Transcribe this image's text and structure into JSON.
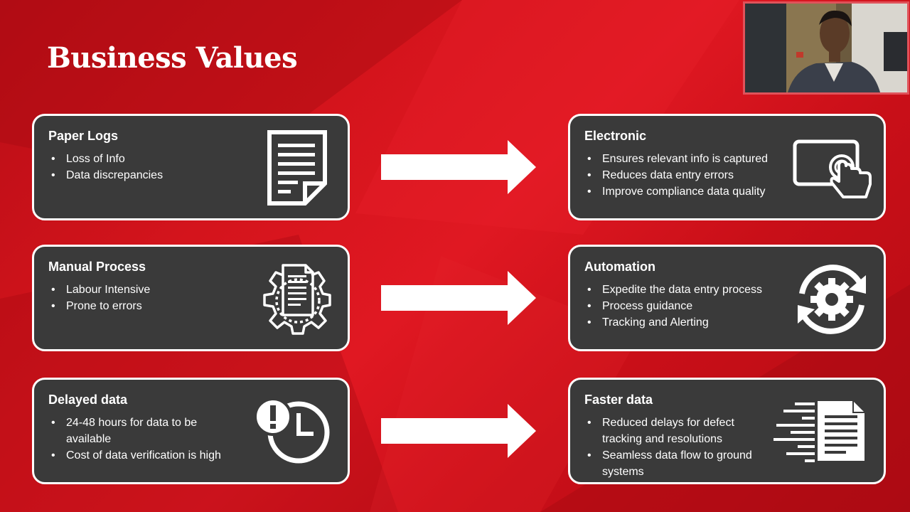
{
  "slide": {
    "title": "Business Values",
    "colors": {
      "background": "#d4141c",
      "card": "#3a3a3a",
      "card_border": "#ffffff",
      "text": "#ffffff"
    }
  },
  "video_feed": {
    "icon": "presenter-video-thumbnail"
  },
  "left_cards": [
    {
      "title": "Paper Logs",
      "bullets": [
        "Loss of Info",
        "Data discrepancies"
      ],
      "icon": "document-icon"
    },
    {
      "title": "Manual Process",
      "bullets": [
        "Labour Intensive",
        "Prone to errors"
      ],
      "icon": "gear-document-icon"
    },
    {
      "title": "Delayed data",
      "bullets": [
        "24-48 hours for data to be available",
        "Cost of data verification is high"
      ],
      "icon": "alert-clock-icon"
    }
  ],
  "right_cards": [
    {
      "title": "Electronic",
      "bullets": [
        "Ensures relevant info is captured",
        "Reduces data entry errors",
        "Improve compliance data quality"
      ],
      "icon": "touchscreen-icon"
    },
    {
      "title": "Automation",
      "bullets": [
        "Expedite the data entry process",
        "Process guidance",
        "Tracking and Alerting"
      ],
      "icon": "gear-cycle-icon"
    },
    {
      "title": "Faster data",
      "bullets": [
        "Reduced delays for defect tracking and resolutions",
        "Seamless data flow to ground systems"
      ],
      "icon": "fast-document-icon"
    }
  ]
}
